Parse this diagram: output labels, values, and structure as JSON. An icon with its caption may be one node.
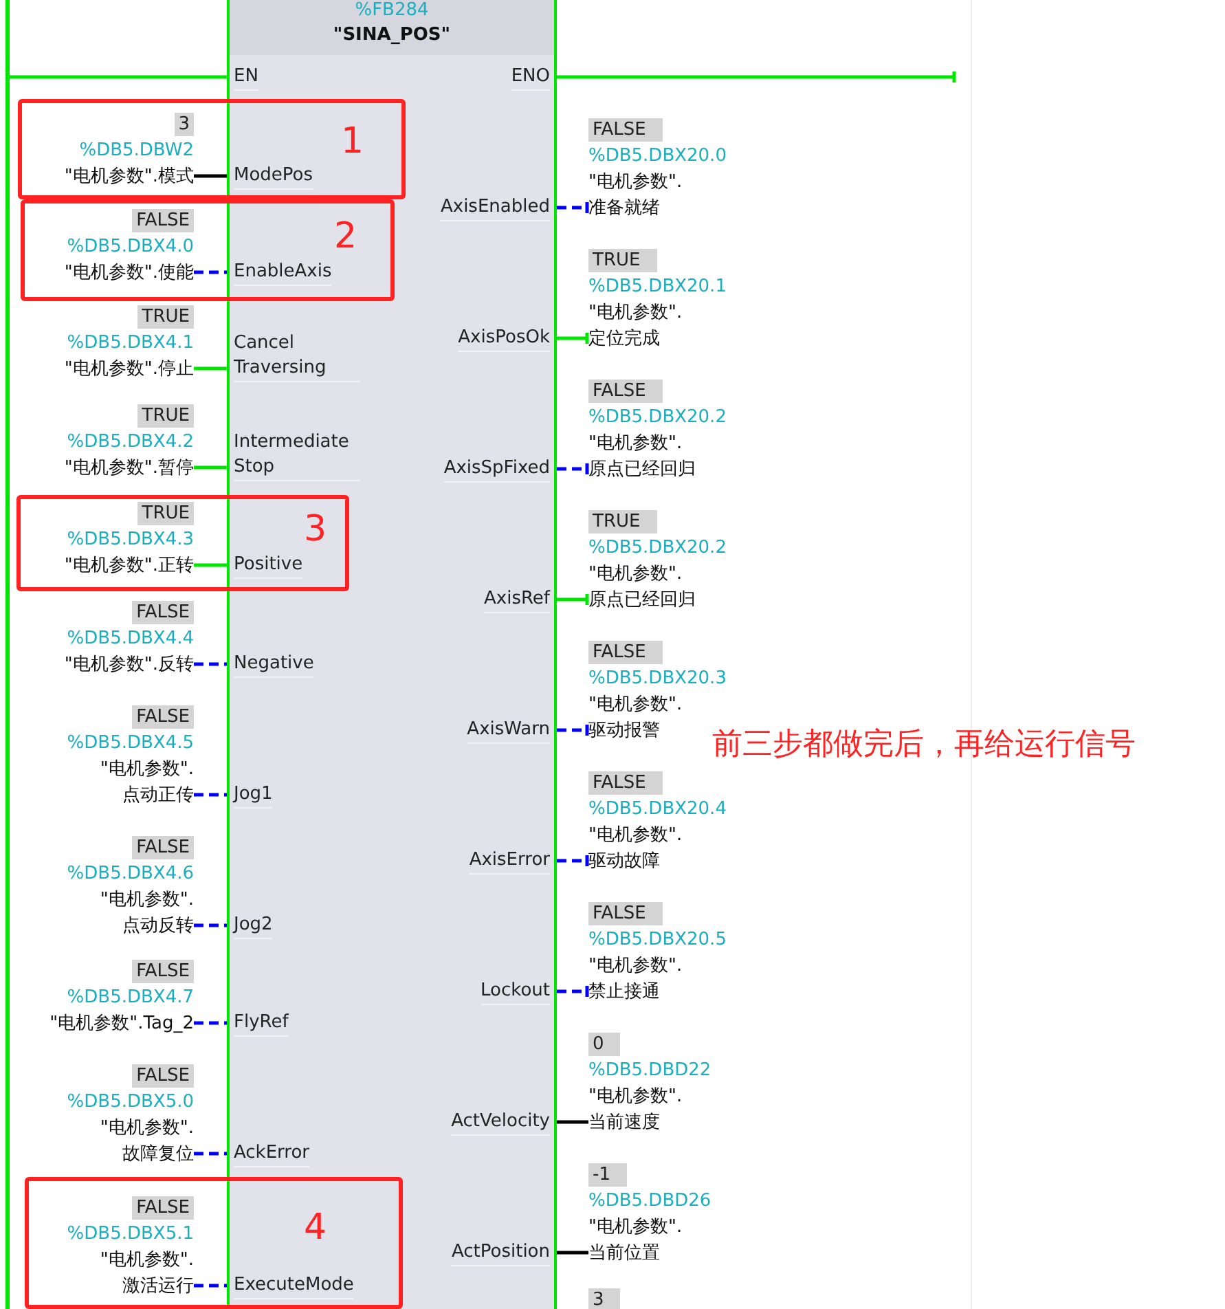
{
  "diagram": {
    "nodes": [
      {
        "text": [],
        "shape": "bar"
      },
      {
        "text": [
          "%FB284",
          "\"SINA_POS\""
        ]
      },
      {
        "text": [
          "EN"
        ],
        "in": 1
      },
      {
        "text": [
          "ENO"
        ],
        "in": 1
      },
      {
        "text": [
          "ModePos"
        ],
        "in": 1
      },
      {
        "text": [
          "EnableAxis"
        ],
        "in": 1
      },
      {
        "text": [
          "Cancel Traversing"
        ],
        "in": 1
      },
      {
        "text": [
          "Intermediate Stop"
        ],
        "in": 1
      },
      {
        "text": [
          "Positive"
        ],
        "in": 1
      },
      {
        "text": [
          "Negative"
        ],
        "in": 1
      },
      {
        "text": [
          "Jog1"
        ],
        "in": 1
      },
      {
        "text": [
          "Jog2"
        ],
        "in": 1
      },
      {
        "text": [
          "FlyRef"
        ],
        "in": 1
      },
      {
        "text": [
          "AckError"
        ],
        "in": 1
      },
      {
        "text": [
          "ExecuteMode"
        ],
        "in": 1
      },
      {
        "text": [
          "AxisEnabled"
        ],
        "in": 1
      },
      {
        "text": [
          "AxisPosOk"
        ],
        "in": 1
      },
      {
        "text": [
          "AxisSpFixed"
        ],
        "in": 1
      },
      {
        "text": [
          "AxisRef"
        ],
        "in": 1
      },
      {
        "text": [
          "AxisWarn"
        ],
        "in": 1
      },
      {
        "text": [
          "AxisError"
        ],
        "in": 1
      },
      {
        "text": [
          "Lockout"
        ],
        "in": 1
      },
      {
        "text": [
          "ActVelocity"
        ],
        "in": 1
      },
      {
        "text": [
          "ActPosition"
        ],
        "in": 1
      },
      {
        "text": [
          "3",
          "%DB5.DBW2",
          "\"电机参数\".模式"
        ]
      },
      {
        "text": [
          "FALSE",
          "%DB5.DBX4.0",
          "\"电机参数\".使能"
        ]
      },
      {
        "text": [
          "TRUE",
          "%DB5.DBX4.1",
          "\"电机参数\".停止"
        ]
      },
      {
        "text": [
          "TRUE",
          "%DB5.DBX4.2",
          "\"电机参数\".暂停"
        ]
      },
      {
        "text": [
          "TRUE",
          "%DB5.DBX4.3",
          "\"电机参数\".正转"
        ]
      },
      {
        "text": [
          "FALSE",
          "%DB5.DBX4.4",
          "\"电机参数\".反转"
        ]
      },
      {
        "text": [
          "FALSE",
          "%DB5.DBX4.5",
          "\"电机参数\".点动正传"
        ]
      },
      {
        "text": [
          "FALSE",
          "%DB5.DBX4.6",
          "\"电机参数\".点动反转"
        ]
      },
      {
        "text": [
          "FALSE",
          "%DB5.DBX4.7",
          "\"电机参数\".Tag_2"
        ]
      },
      {
        "text": [
          "FALSE",
          "%DB5.DBX5.0",
          "\"电机参数\".故障复位"
        ]
      },
      {
        "text": [
          "FALSE",
          "%DB5.DBX5.1",
          "\"电机参数\".激活运行"
        ]
      },
      {
        "text": [
          "FALSE",
          "%DB5.DBX20.0",
          "\"电机参数\".准备就绪"
        ]
      },
      {
        "text": [
          "TRUE",
          "%DB5.DBX20.1",
          "\"电机参数\".定位完成"
        ]
      },
      {
        "text": [
          "FALSE",
          "%DB5.DBX20.2",
          "\"电机参数\".原点已经回归"
        ]
      },
      {
        "text": [
          "TRUE",
          "%DB5.DBX20.2",
          "\"电机参数\".原点已经回归"
        ]
      },
      {
        "text": [
          "FALSE",
          "%DB5.DBX20.3",
          "\"电机参数\".驱动报警"
        ]
      },
      {
        "text": [
          "FALSE",
          "%DB5.DBX20.4",
          "\"电机参数\".驱动故障"
        ]
      },
      {
        "text": [
          "FALSE",
          "%DB5.DBX20.5",
          "\"电机参数\".禁止接通"
        ]
      },
      {
        "text": [
          "0",
          "%DB5.DBD22",
          "\"电机参数\".当前速度"
        ]
      },
      {
        "text": [
          "-1",
          "%DB5.DBD26",
          "\"电机参数\".当前位置"
        ]
      },
      {
        "text": [
          "3"
        ]
      }
    ],
    "edges": [
      {
        "from": 0,
        "to": 2,
        "arrow": "none",
        "color": "#00e600"
      },
      {
        "from": 3,
        "to": null,
        "arrow": "other",
        "color": "#00e600"
      },
      {
        "from": 24,
        "to": 4,
        "arrow": "none",
        "color": "#000000"
      },
      {
        "from": 25,
        "to": 5,
        "arrow": "none",
        "style": "dashed"
      },
      {
        "from": 26,
        "to": 6,
        "arrow": "none",
        "color": "#00e600"
      },
      {
        "from": 27,
        "to": 7,
        "arrow": "none",
        "color": "#00e600"
      },
      {
        "from": 28,
        "to": 8,
        "arrow": "none",
        "color": "#00e600"
      },
      {
        "from": 29,
        "to": 9,
        "arrow": "none",
        "style": "dashed"
      },
      {
        "from": 30,
        "to": 10,
        "arrow": "none",
        "style": "dashed"
      },
      {
        "from": 31,
        "to": 11,
        "arrow": "none",
        "style": "dashed"
      },
      {
        "from": 32,
        "to": 12,
        "arrow": "none",
        "style": "dashed"
      },
      {
        "from": 33,
        "to": 13,
        "arrow": "none",
        "style": "dashed"
      },
      {
        "from": 34,
        "to": 14,
        "arrow": "none",
        "style": "dashed"
      },
      {
        "from": 15,
        "to": 35,
        "arrow": "other",
        "style": "dashed"
      },
      {
        "from": 16,
        "to": 36,
        "arrow": "other",
        "color": "#00e600"
      },
      {
        "from": 17,
        "to": 37,
        "arrow": "other",
        "style": "dashed"
      },
      {
        "from": 18,
        "to": 38,
        "arrow": "other",
        "color": "#00e600"
      },
      {
        "from": 19,
        "to": 39,
        "arrow": "other",
        "style": "dashed"
      },
      {
        "from": 20,
        "to": 40,
        "arrow": "other",
        "style": "dashed"
      },
      {
        "from": 21,
        "to": 41,
        "arrow": "other",
        "style": "dashed"
      },
      {
        "from": 22,
        "to": 42,
        "arrow": "none",
        "color": "#000000"
      },
      {
        "from": 23,
        "to": 43,
        "arrow": "none",
        "color": "#000000"
      }
    ],
    "labels": [
      "1",
      "2",
      "3",
      "前三步都做完后，再给运行信号",
      "4"
    ]
  }
}
